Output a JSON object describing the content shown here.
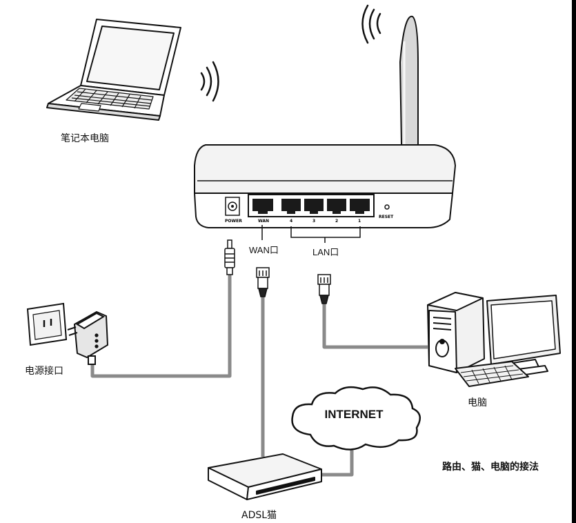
{
  "labels": {
    "laptop": "笔记本电脑",
    "power": "电源接口",
    "pc": "电脑",
    "adsl": "ADSL猫",
    "internet": "INTERNET",
    "wan_port": "WAN口",
    "lan_port": "LAN口",
    "caption": "路由、猫、电脑的接法"
  },
  "router_panel": {
    "power": "POWER",
    "wan": "WAN",
    "lan_ports": [
      "4",
      "3",
      "2",
      "1"
    ],
    "reset": "RESET"
  },
  "colors": {
    "line": "#111111",
    "cable": "#8a8a8a",
    "device_fill": "#ffffff",
    "port_fill": "#1a1a1a",
    "right_border": "#000000"
  }
}
